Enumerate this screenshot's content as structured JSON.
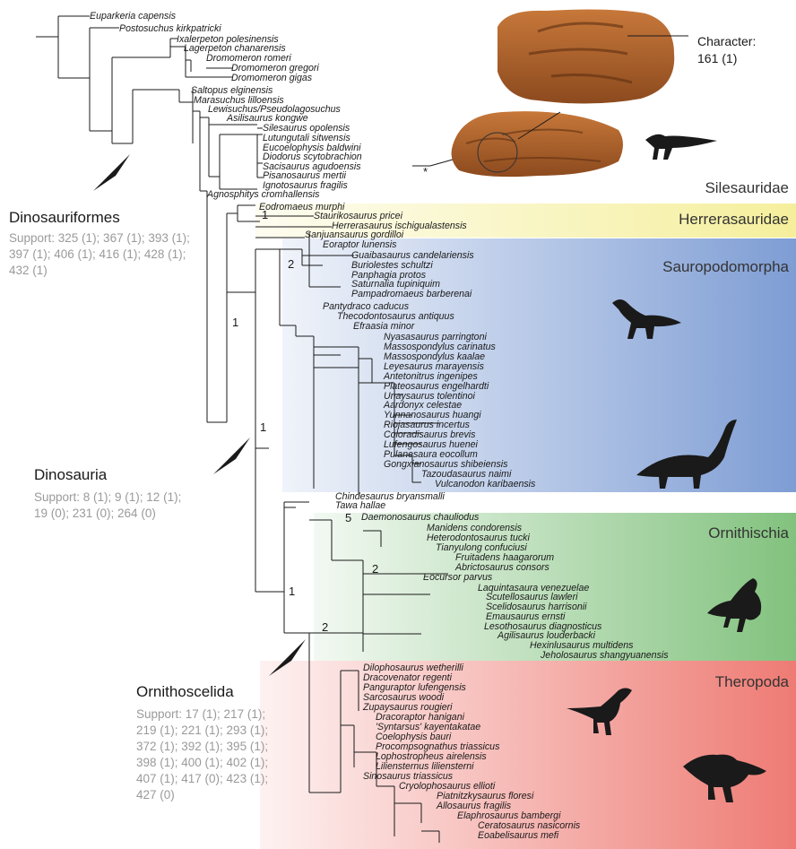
{
  "taxa": [
    "Euparkeria capensis",
    "Postosuchus kirkpatricki",
    "Ixalerpeton polesinensis",
    "Lagerpeton chanarensis",
    "Dromomeron romeri",
    "Dromomeron gregori",
    "Dromomeron gigas",
    "Saltopus elginensis",
    "Marasuchus lilloensis",
    "Lewisuchus/Pseudolagosuchus",
    "Asilisaurus kongwe",
    "Silesaurus opolensis",
    "Lutungutali sitwensis",
    "Eucoelophysis baldwini",
    "Diodorus scytobrachion",
    "Sacisaurus agudoensis",
    "Pisanosaurus mertii",
    "Ignotosaurus fragilis",
    "Agnosphitys cromhallensis",
    "Eodromaeus murphi",
    "Staurikosaurus pricei",
    "Herrerasaurus ischigualastensis",
    "Sanjuansaurus gordilloi",
    "Eoraptor lunensis",
    "Guaibasaurus candelariensis",
    "Buriolestes schultzi",
    "Panphagia protos",
    "Saturnalia tupiniquim",
    "Pampadromaeus barberenai",
    "Pantydraco caducus",
    "Thecodontosaurus antiquus",
    "Efraasia minor",
    "Nyasasaurus parringtoni",
    "Massospondylus carinatus",
    "Massospondylus kaalae",
    "Leyesaurus marayensis",
    "Antetonitrus ingenipes",
    "Plateosaurus engelhardti",
    "Unaysaurus tolentinoi",
    "Aardonyx celestae",
    "Yunnanosaurus huangi",
    "Riojasaurus incertus",
    "Coloradisaurus brevis",
    "Lufengosaurus huenei",
    "Pulanesaura eocollum",
    "Gongxianosaurus shibeiensis",
    "Tazoudasaurus naimi",
    "Vulcanodon karibaensis",
    "Chindesaurus bryansmalli",
    "Tawa hallae",
    "Daemonosaurus chauliodus",
    "Manidens condorensis",
    "Heterodontosaurus tucki",
    "Tianyulong confuciusi",
    "Fruitadens haagarorum",
    "Abrictosaurus consors",
    "Eocursor parvus",
    "Laquintasaura venezuelae",
    "Scutellosaurus lawleri",
    "Scelidosaurus harrisonii",
    "Emausaurus ernsti",
    "Lesothosaurus diagnosticus",
    "Agilisaurus louderbacki",
    "Hexinlusaurus multidens",
    "Jeholosaurus shangyuanensis",
    "Dilophosaurus wetherilli",
    "Dracovenator regenti",
    "Panguraptor lufengensis",
    "Sarcosaurus woodi",
    "Zupaysaurus rougieri",
    "Dracoraptor hanigani",
    "'Syntarsus' kayentakatae",
    "Coelophysis bauri",
    "Procompsognathus triassicus",
    "Lophostropheus airelensis",
    "Liliensternus liliensterni",
    "Sinosaurus triassicus",
    "Cryolophosaurus ellioti",
    "Piatnitzkysaurus floresi",
    "Allosaurus fragilis",
    "Elaphrosaurus bambergi",
    "Ceratosaurus nasicornis",
    "Eoabelisaurus mefi"
  ],
  "clades": {
    "silesauridae": "Silesauridae",
    "herrerasauridae": "Herrerasauridae",
    "sauropodomorpha": "Sauropodomorpha",
    "ornithischia": "Ornithischia",
    "theropoda": "Theropoda"
  },
  "side_labels": {
    "dinosauriformes": {
      "title": "Dinosauriformes",
      "support": "Support: 325 (1); 367 (1); 393 (1); 397 (1); 406 (1); 416 (1); 428 (1); 432 (1)"
    },
    "dinosauria": {
      "title": "Dinosauria",
      "support": "Support: 8 (1); 9 (1); 12 (1); 19 (0); 231 (0); 264 (0)"
    },
    "ornithoscelida": {
      "title": "Ornithoscelida",
      "support": "Support: 17 (1); 217 (1); 219 (1); 221 (1); 293 (1); 372 (1); 392 (1); 395 (1); 398 (1); 400 (1); 402 (1); 407 (1); 417 (0); 423 (1); 427 (0)"
    }
  },
  "node_supports": [
    "1",
    "1",
    "1",
    "2",
    "1",
    "2",
    "5",
    "2"
  ],
  "character": {
    "line1": "Character:",
    "line2": "161 (1)"
  },
  "asterisk": "*",
  "colors": {
    "herrerasauridae": "#f5ef9c",
    "sauropodomorpha": "#7e9dd4",
    "ornithischia": "#82c27e",
    "theropoda": "#ee7b74",
    "fossil": "#b5652c"
  },
  "icons": [
    "fossil-specimen-closeup-image",
    "fossil-specimen-image",
    "silesaurid-silhouette-icon",
    "herrerasaurid-silhouette-icon",
    "prosauropod-silhouette-icon",
    "sauropod-silhouette-icon",
    "ornithischian-silhouette-icon",
    "coelophysoid-silhouette-icon",
    "theropod-silhouette-icon",
    "dinosauriformes-node-marker-icon",
    "dinosauria-node-marker-icon",
    "ornithoscelida-node-marker-icon"
  ]
}
